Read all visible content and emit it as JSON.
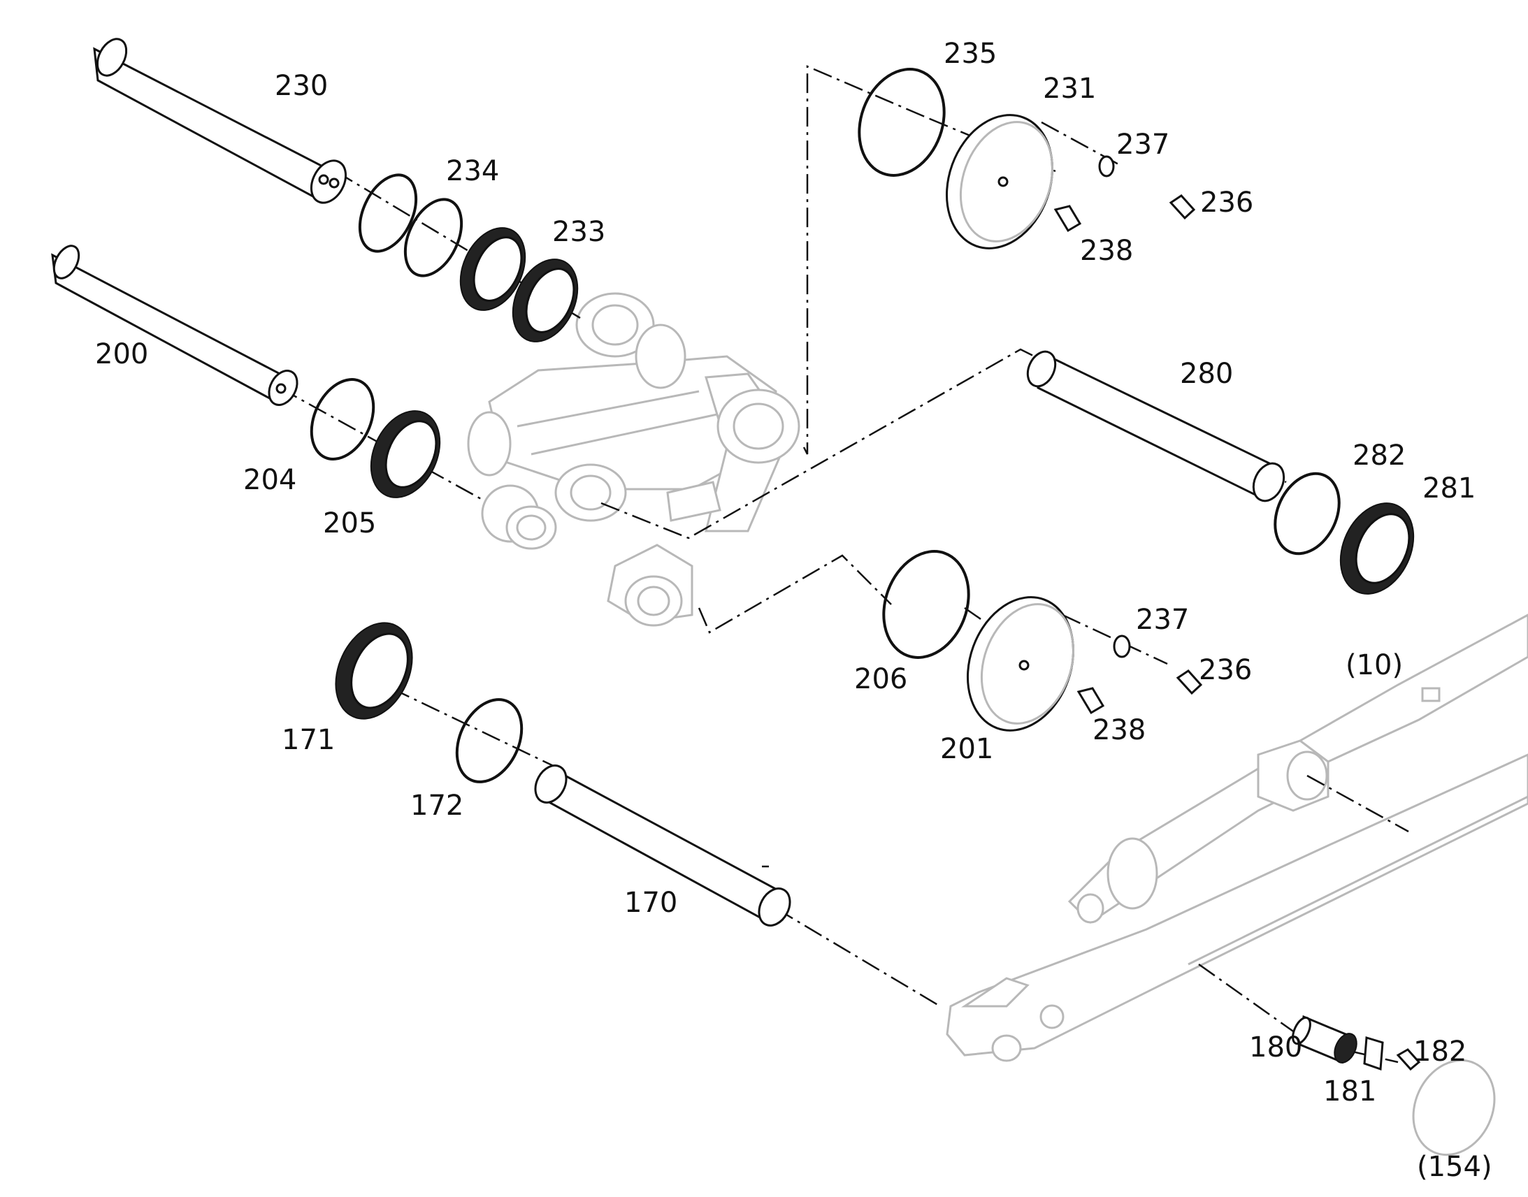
{
  "diagram": {
    "labels": {
      "l230": "230",
      "l234": "234",
      "l233": "233",
      "l200": "200",
      "l204": "204",
      "l205": "205",
      "l235": "235",
      "l231": "231",
      "l237a": "237",
      "l236a": "236",
      "l238a": "238",
      "l280": "280",
      "l282": "282",
      "l281": "281",
      "l206": "206",
      "l237b": "237",
      "l236b": "236",
      "l238b": "238",
      "l201": "201",
      "l10": "(10)",
      "l171": "171",
      "l172": "172",
      "l170": "170",
      "l180": "180",
      "l181": "181",
      "l182": "182",
      "l154": "(154)"
    }
  }
}
